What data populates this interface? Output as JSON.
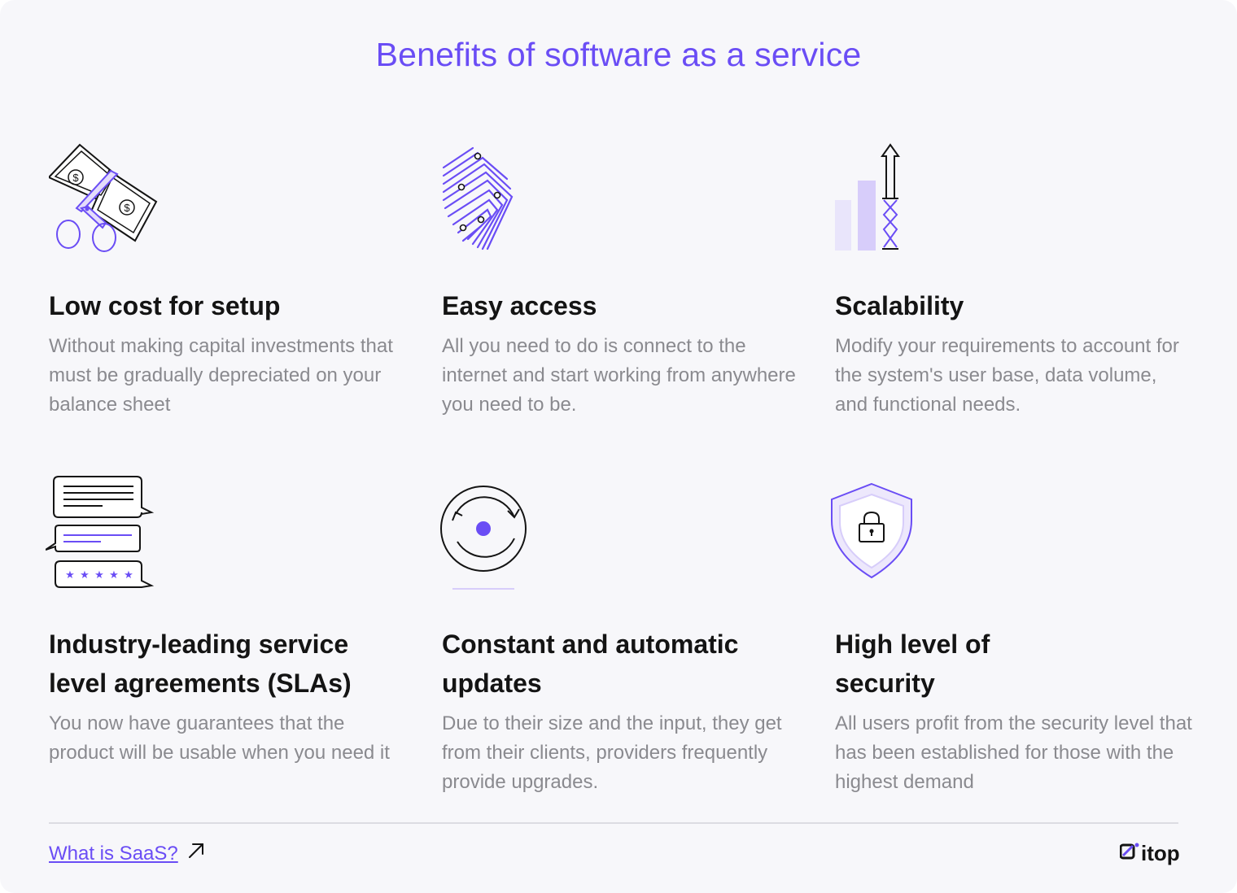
{
  "title": "Benefits of software as a service",
  "features": [
    {
      "heading": "Low cost for setup",
      "text": "Without making capital investments that must be gradually depreciated on your balance sheet",
      "icon": "scissors-cutting-money-icon"
    },
    {
      "heading": "Easy access",
      "text": "All you need to do is connect to the internet and start working from anywhere you need to be.",
      "icon": "fingerprint-icon"
    },
    {
      "heading": "Scalability",
      "text": "Modify your requirements to account for the system's user base, data volume, and functional needs.",
      "icon": "growth-bars-arrow-icon"
    },
    {
      "heading": "Industry-leading service level agreements (SLAs)",
      "text": "You now have guarantees that the product will be usable when you need it",
      "icon": "message-rating-icon"
    },
    {
      "heading": "Constant and automatic updates",
      "text": "Due to their size and the input, they get from their clients, providers frequently provide upgrades.",
      "icon": "refresh-cycle-icon"
    },
    {
      "heading": "High level of security",
      "text": "All users profit from the security level that has been established for those with the highest demand",
      "icon": "shield-lock-icon"
    }
  ],
  "footer": {
    "link_label": "What is SaaS?",
    "logo_text": "itop"
  },
  "colors": {
    "accent": "#6a4df5",
    "accent_light": "#e4dcfb",
    "heading": "#141414",
    "body_text": "#8a8a8f",
    "background": "#f7f7fa"
  }
}
